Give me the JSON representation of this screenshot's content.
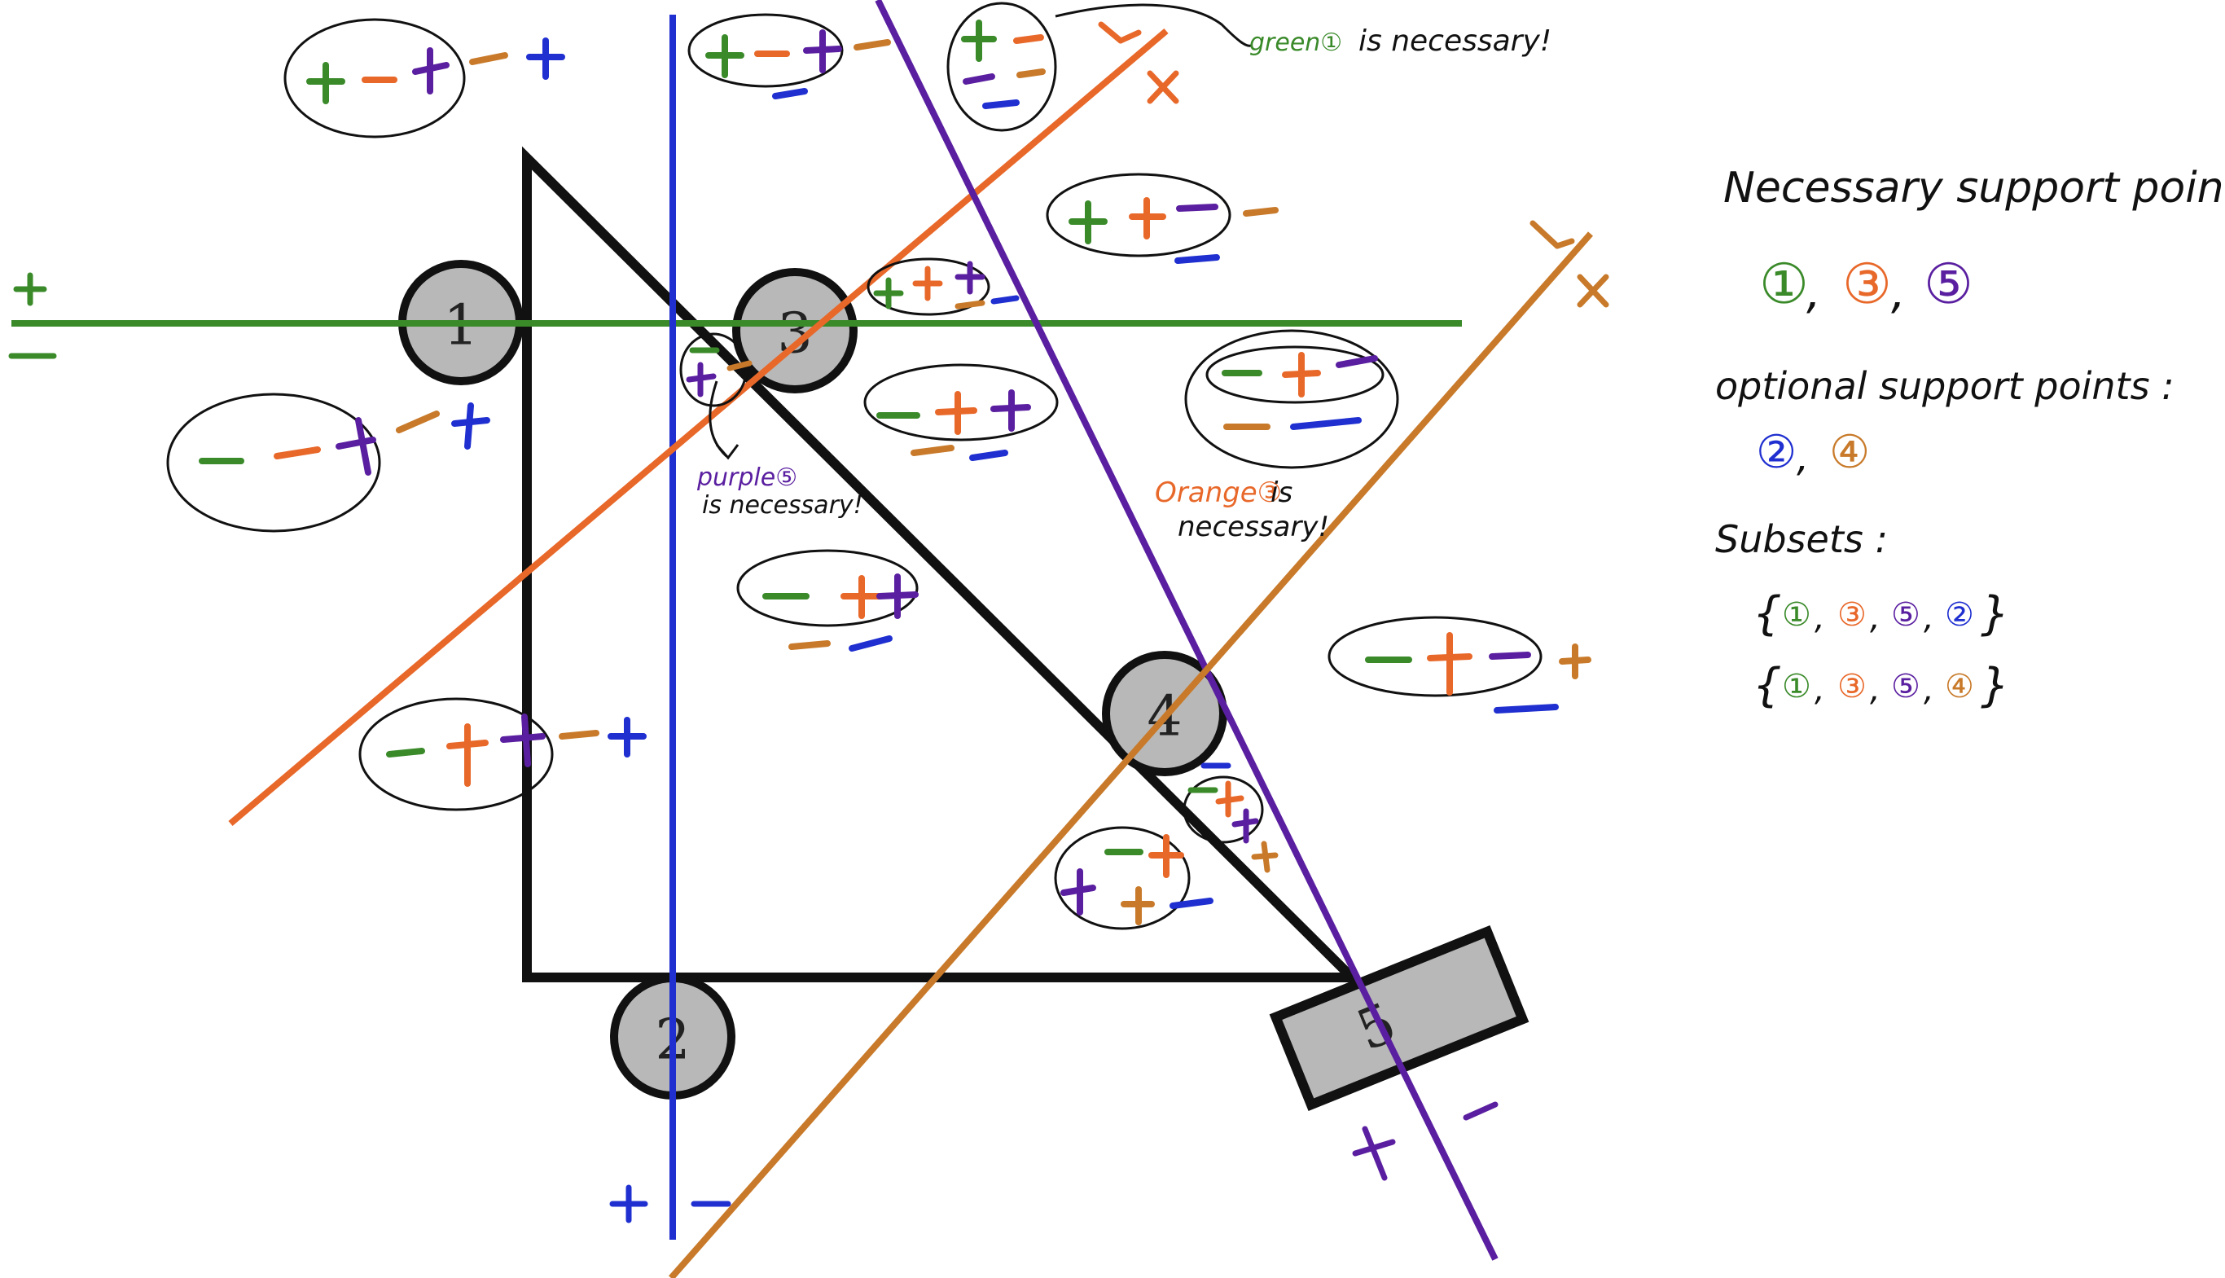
{
  "colors": {
    "green": "#3a8a2a",
    "orange": "#e8682a",
    "purple": "#5a1fa0",
    "blue": "#1f2fd0",
    "brown": "#c87a2a",
    "black": "#111111",
    "support_fill": "#b8b8b8"
  },
  "supports": {
    "s1": "1",
    "s2": "2",
    "s3": "3",
    "s4": "4",
    "s5": "5"
  },
  "annotations": {
    "green_note": "green①",
    "green_note_rest": "is necessary!",
    "purple_note_line1": "purple⑤",
    "purple_note_line2": "is necessary!",
    "orange_note_line1": "Orange③",
    "orange_note_line1_rest": "is",
    "orange_note_line2": "necessary!"
  },
  "sidebar": {
    "necessary_title": "Necessary support points :",
    "necessary_items": [
      "①",
      "③",
      "⑤"
    ],
    "optional_title": "optional support points :",
    "optional_items": [
      "②",
      "④"
    ],
    "subsets_title": "Subsets :",
    "subset_1": [
      "①",
      "③",
      "⑤",
      "②"
    ],
    "subset_2": [
      "①",
      "③",
      "⑤",
      "④"
    ]
  }
}
